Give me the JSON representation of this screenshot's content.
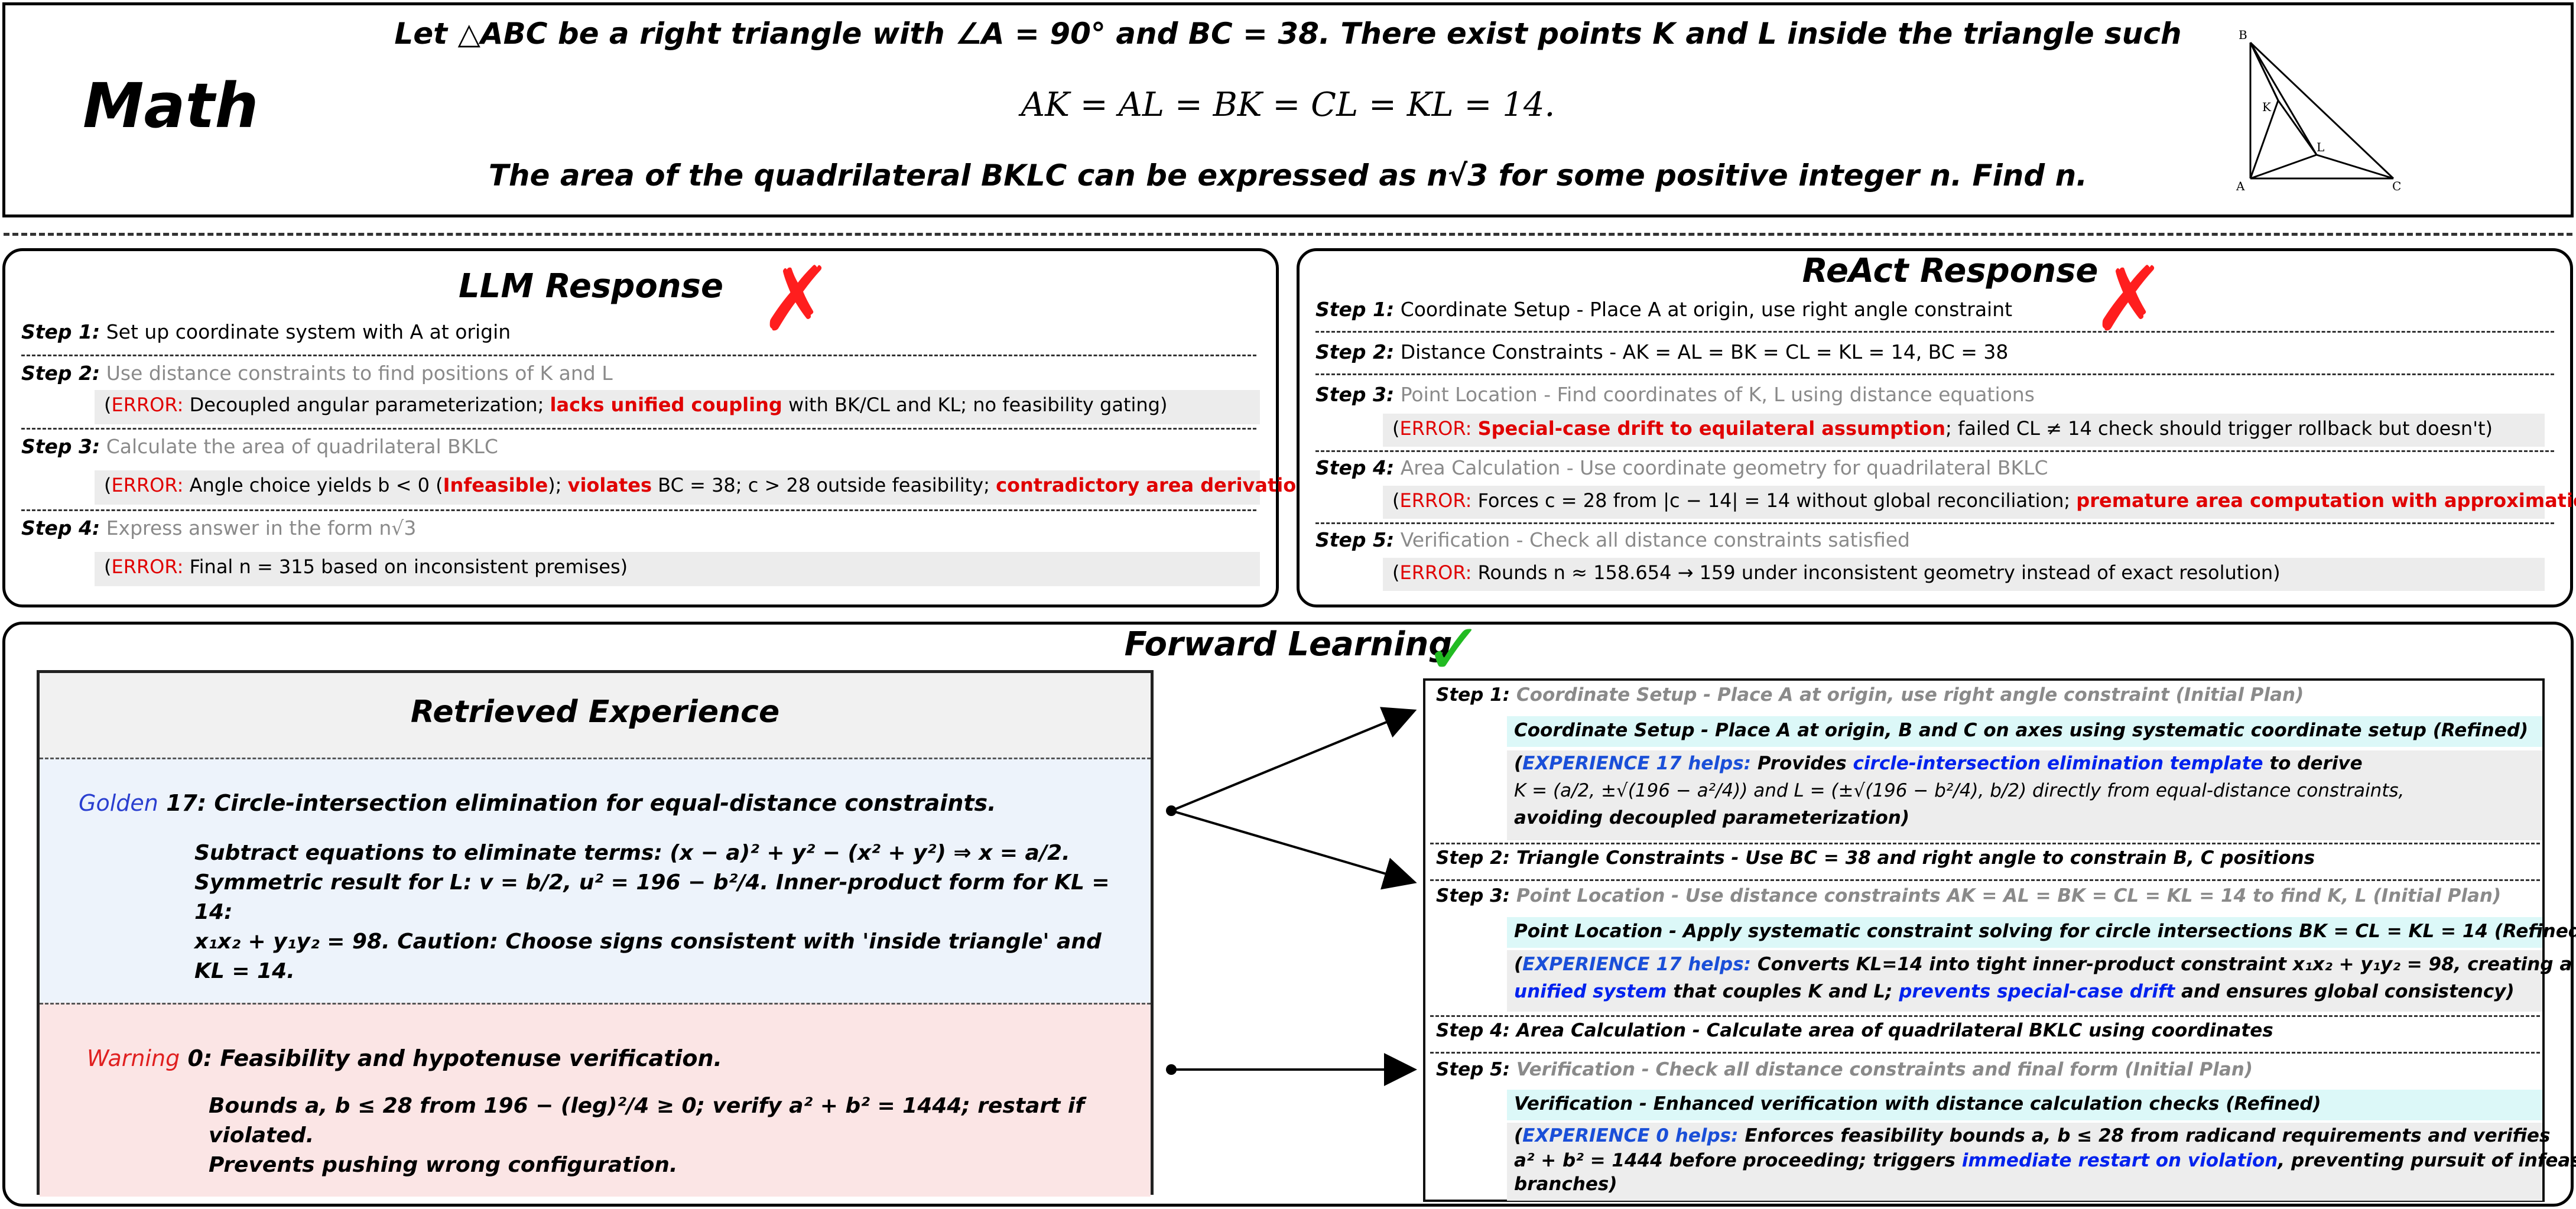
{
  "problem": {
    "label": "Math",
    "line1": "Let △ABC be a right triangle with ∠A = 90° and BC = 38. There exist points K and L inside the triangle such",
    "line2": "AK = AL = BK = CL = KL = 14.",
    "line3": "The area of the quadrilateral BKLC can be expressed as n√3 for some positive integer n. Find n.",
    "figure": {
      "B": "B",
      "K": "K",
      "L": "L",
      "A": "A",
      "C": "C"
    }
  },
  "llm": {
    "title": "LLM Response",
    "steps": [
      {
        "label": "Step 1:",
        "text": "Set up coordinate system with A at origin"
      },
      {
        "label": "Step 2:",
        "text": "Use distance constraints to find positions of K and L"
      },
      {
        "label": "Step 3:",
        "text": "Calculate the area of quadrilateral BKLC"
      },
      {
        "label": "Step 4:",
        "text": "Express answer in the form n√3"
      }
    ],
    "errors": [
      {
        "tag": "ERROR:",
        "pre": "Decoupled angular parameterization; ",
        "hl": "lacks unified coupling",
        "post": " with BK/CL and KL; no feasibility gating)"
      },
      {
        "tag": "ERROR:",
        "pre": "Angle choice yields b < 0 (",
        "hl": "Infeasible",
        "mid": "); ",
        "hl2": "violates",
        "post": " BC = 38; c > 28 outside feasibility; ",
        "hl3": "contradictory area derivation",
        "end": ")"
      },
      {
        "tag": "ERROR:",
        "pre": "Final n = 315 based on inconsistent premises)"
      }
    ]
  },
  "react": {
    "title": "ReAct Response",
    "steps": [
      {
        "label": "Step 1:",
        "text": "Coordinate Setup - Place A at origin, use right angle constraint"
      },
      {
        "label": "Step 2:",
        "text": "Distance Constraints - AK = AL = BK = CL = KL = 14, BC = 38"
      },
      {
        "label": "Step 3:",
        "text": "Point Location - Find coordinates of K, L using distance equations"
      },
      {
        "label": "Step 4:",
        "text": "Area Calculation - Use coordinate geometry for quadrilateral BKLC"
      },
      {
        "label": "Step 5:",
        "text": "Verification - Check all distance constraints satisfied"
      }
    ],
    "errors": [
      {
        "tag": "ERROR:",
        "hl": "Special-case drift to equilateral assumption",
        "post": "; failed CL ≠ 14 check should trigger rollback but doesn't)"
      },
      {
        "tag": "ERROR:",
        "pre": "Forces c = 28 from |c − 14| = 14 without global reconciliation; ",
        "hl": "premature area computation with approximation"
      },
      {
        "tag": "ERROR:",
        "pre": "Rounds n ≈ 158.654 → 159 under inconsistent geometry instead of exact resolution)"
      }
    ]
  },
  "forward": {
    "title": "Forward Learning",
    "experience": {
      "title": "Retrieved Experience",
      "golden_tag": "Golden",
      "golden_id": "17:",
      "golden_title": "Circle-intersection elimination for equal-distance constraints.",
      "golden_body": [
        "Subtract equations to eliminate terms: (x − a)² + y² − (x² + y²) ⇒ x = a/2.",
        "Symmetric result for L: v = b/2, u² = 196 − b²/4. Inner-product form for KL = 14:",
        "x₁x₂ + y₁y₂ = 98. Caution: Choose signs consistent with 'inside triangle' and",
        "KL = 14."
      ],
      "warning_tag": "Warning",
      "warning_id": "0:",
      "warning_title": "Feasibility and hypotenuse verification.",
      "warning_body": [
        "Bounds a, b ≤ 28 from 196 − (leg)²/4 ≥ 0; verify a² + b² = 1444; restart if violated.",
        "Prevents pushing wrong configuration."
      ]
    },
    "refined": {
      "s1_label": "Step 1:",
      "s1_text": "Coordinate Setup - Place A at origin, use right angle constraint (Initial Plan)",
      "s1_refined": "Coordinate Setup - Place A at origin, B and C on axes using systematic coordinate setup (Refined)",
      "s1_exp": "EXPERIENCE 17 helps:",
      "s1_exp_pre": "Provides ",
      "s1_exp_hl": "circle-intersection elimination template",
      "s1_exp_post": " to derive",
      "s1_exp_l2": "K = (a/2, ±√(196 − a²/4)) and L = (±√(196 − b²/4), b/2) directly from equal-distance constraints,",
      "s1_exp_l3": "avoiding decoupled parameterization)",
      "s2_label": "Step 2:",
      "s2_text": "Triangle Constraints - Use BC = 38 and right angle to constrain B, C positions",
      "s3_label": "Step 3:",
      "s3_text": "Point Location - Use distance constraints AK = AL = BK = CL = KL = 14 to find K, L (Initial Plan)",
      "s3_refined": "Point Location - Apply systematic constraint solving for circle intersections BK = CL = KL = 14 (Refined)",
      "s3_exp": "EXPERIENCE 17 helps:",
      "s3_exp_pre": "Converts KL=14 into tight inner-product constraint x₁x₂ + y₁y₂ = 98, creating a",
      "s3_exp_hl1": "unified system",
      "s3_exp_mid": " that couples K and L; ",
      "s3_exp_hl2": "prevents special-case drift",
      "s3_exp_post": " and ensures global consistency)",
      "s4_label": "Step 4:",
      "s4_text": "Area Calculation - Calculate area of quadrilateral BKLC using coordinates",
      "s5_label": "Step 5:",
      "s5_text": "Verification - Check all distance constraints and final form (Initial Plan)",
      "s5_refined": "Verification - Enhanced verification with distance calculation checks (Refined)",
      "s5_exp": "EXPERIENCE 0 helps:",
      "s5_exp_pre": "Enforces feasibility bounds a, b ≤ 28 from radicand requirements and verifies",
      "s5_exp_l2_pre": "a² + b² = 1444 before proceeding; triggers ",
      "s5_exp_hl": "immediate restart on violation",
      "s5_exp_post": ", preventing pursuit of infeasible",
      "s5_exp_l3": "branches)"
    }
  },
  "colors": {
    "error_red": "#e00000",
    "golden_blue": "#2a3fd0",
    "experience_blue": "#1a4fd8",
    "check_green": "#22bb22"
  }
}
